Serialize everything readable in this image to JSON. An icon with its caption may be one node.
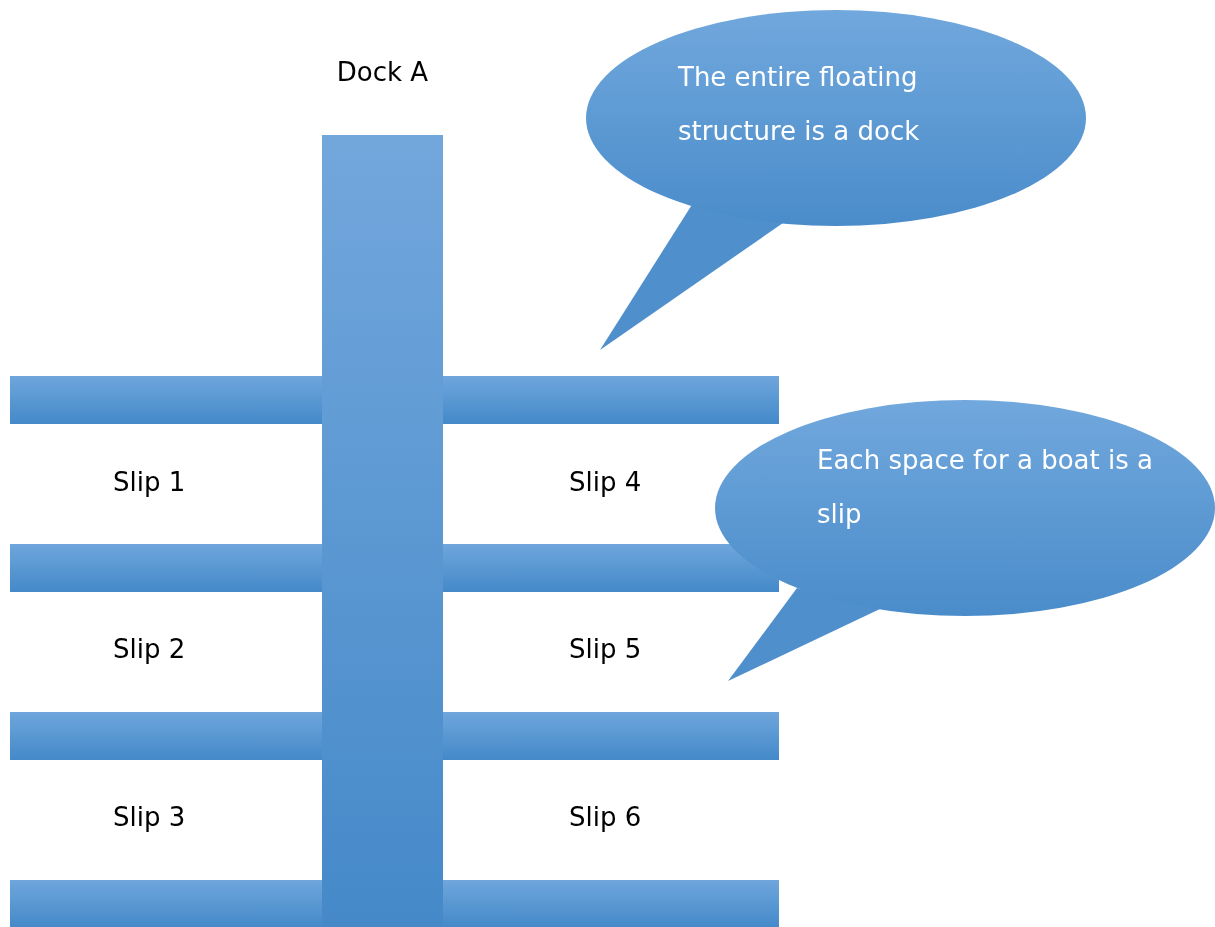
{
  "diagram": {
    "nodes": [
      {
        "text": [
          "Dock A"
        ]
      },
      {
        "text": [
          "The entire floating structure is a dock"
        ]
      },
      {
        "text": [
          "Each space for a boat is a slip"
        ]
      },
      {
        "text": [],
        "shape": "bar"
      },
      {
        "text": [],
        "shape": "bar"
      },
      {
        "text": [],
        "shape": "bar"
      },
      {
        "text": [],
        "shape": "bar"
      },
      {
        "text": [],
        "shape": "bar"
      },
      {
        "text": [],
        "shape": "bar"
      },
      {
        "text": [],
        "shape": "bar"
      },
      {
        "text": [],
        "shape": "bar"
      }
    ],
    "edges": [],
    "labels": [
      "Slip 1",
      "Slip 4",
      "Slip 2",
      "Slip 5",
      "Slip 3",
      "Slip 6"
    ]
  }
}
